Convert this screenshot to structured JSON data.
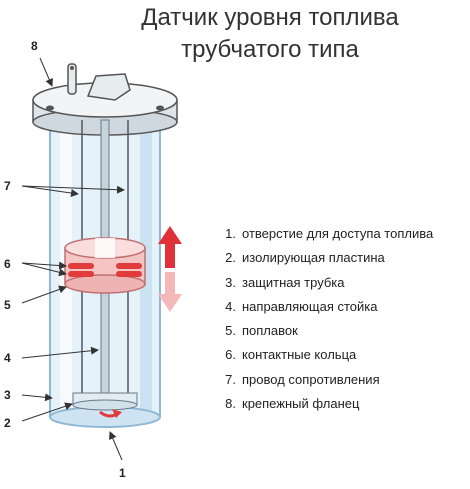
{
  "title": {
    "line1": "Датчик уровня топлива",
    "line2": "трубчатого типа"
  },
  "callouts": [
    "8",
    "7",
    "6",
    "5",
    "4",
    "3",
    "2",
    "1"
  ],
  "legend": [
    {
      "num": "1.",
      "text": "отверстие для доступа топлива"
    },
    {
      "num": "2.",
      "text": "изолирующая пластина"
    },
    {
      "num": "3.",
      "text": "защитная трубка"
    },
    {
      "num": "4.",
      "text": "направляющая стойка"
    },
    {
      "num": "5.",
      "text": "поплавок"
    },
    {
      "num": "6.",
      "text": "контактные кольца"
    },
    {
      "num": "7.",
      "text": "провод сопротивления"
    },
    {
      "num": "8.",
      "text": "крепежный фланец"
    }
  ],
  "colors": {
    "tube": "#cfe6f5",
    "tube_edge": "#7fb0d4",
    "flange": "#e9eef2",
    "float": "#f7c6c6",
    "arrow_up": "#e0303a",
    "arrow_down": "#f5b8b8"
  }
}
